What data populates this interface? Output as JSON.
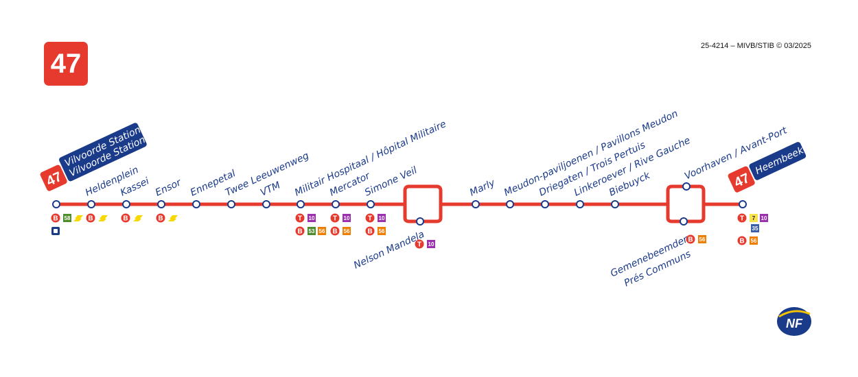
{
  "line_number": "47",
  "copyright": "25-4214 – MIVB/STIB © 03/2025",
  "colors": {
    "line": "#e63a2e",
    "station": "#1a3a8a",
    "tram_10": "#9b2fae",
    "bus_56": "#ef7d00",
    "bus_53": "#4c8c2b",
    "bus_58": "#4c8c2b",
    "tram_7": "#f7e34b",
    "tram_35": "#3a5ea8"
  },
  "terminus_start": {
    "name1": "Vilvoorde Station",
    "name2": "Vilvoorde Station"
  },
  "terminus_end": {
    "name": "Heembeek"
  },
  "stations": [
    {
      "name": "",
      "rows": [
        [
          {
            "m": "B"
          },
          {
            "l": "58",
            "c": "#4c8c2b"
          },
          {
            "train": true
          }
        ],
        [
          {
            "metro": true
          }
        ]
      ]
    },
    {
      "name": "Heldenplein",
      "rows": [
        [
          {
            "m": "B"
          },
          {
            "train": true
          }
        ]
      ]
    },
    {
      "name": "Kassei",
      "rows": [
        [
          {
            "m": "B"
          },
          {
            "train": true
          }
        ]
      ]
    },
    {
      "name": "Ensor",
      "rows": [
        [
          {
            "m": "B"
          },
          {
            "train": true
          }
        ]
      ]
    },
    {
      "name": "Ennepetal",
      "rows": []
    },
    {
      "name": "Twee Leeuwenweg",
      "rows": []
    },
    {
      "name": "VTM",
      "rows": []
    },
    {
      "name": "Militair Hospitaal / Hôpital Militaire",
      "rows": [
        [
          {
            "m": "T"
          },
          {
            "l": "10",
            "c": "#9b2fae"
          }
        ],
        [
          {
            "m": "B"
          },
          {
            "l": "53",
            "c": "#4c8c2b"
          },
          {
            "l": "56",
            "c": "#ef7d00"
          }
        ]
      ]
    },
    {
      "name": "Mercator",
      "rows": [
        [
          {
            "m": "T"
          },
          {
            "l": "10",
            "c": "#9b2fae"
          }
        ],
        [
          {
            "m": "B"
          },
          {
            "l": "56",
            "c": "#ef7d00"
          }
        ]
      ]
    },
    {
      "name": "Simone Veil",
      "rows": [
        [
          {
            "m": "T"
          },
          {
            "l": "10",
            "c": "#9b2fae"
          }
        ],
        [
          {
            "m": "B"
          },
          {
            "l": "56",
            "c": "#ef7d00"
          }
        ]
      ]
    },
    {
      "name": "Marly",
      "rows": []
    },
    {
      "name": "Meudon-paviljoenen / Pavillons Meudon",
      "rows": []
    },
    {
      "name": "Driegaten / Trois Pertuis",
      "rows": []
    },
    {
      "name": "Linkeroever / Rive Gauche",
      "rows": []
    },
    {
      "name": "Biebuyck",
      "rows": []
    },
    {
      "name": "Voorhaven / Avant-Port",
      "rows": []
    }
  ],
  "loop_stops": {
    "nelson_mandela": {
      "name": "Nelson Mandela",
      "rows": [
        [
          {
            "m": "T"
          },
          {
            "l": "10",
            "c": "#9b2fae"
          }
        ]
      ]
    },
    "gemenebeemden": {
      "name1": "Gemenebeemden",
      "name2": "Prés Communs",
      "rows": [
        [
          {
            "m": "B"
          },
          {
            "l": "56",
            "c": "#ef7d00"
          }
        ]
      ]
    }
  },
  "heembeek_connections": [
    [
      {
        "m": "T"
      },
      {
        "l": "7",
        "c": "#f7e34b"
      },
      {
        "l": "10",
        "c": "#9b2fae"
      }
    ],
    [
      {
        "l": "35",
        "c": "#3a5ea8"
      }
    ],
    [
      {
        "m": "B"
      },
      {
        "l": "56",
        "c": "#ef7d00"
      }
    ]
  ]
}
